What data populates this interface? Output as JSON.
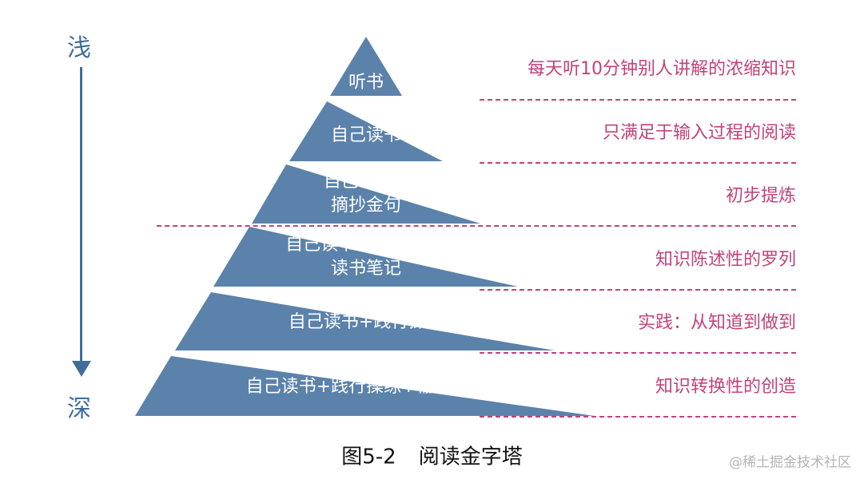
{
  "axis": {
    "top": "浅",
    "bottom": "深"
  },
  "pyramid": {
    "fill": "#5b82ab",
    "layers": [
      {
        "lines": [
          "听书"
        ],
        "level": "每天听10分钟别人讲解的浓缩知识"
      },
      {
        "lines": [
          "自己读书"
        ],
        "level": "只满足于输入过程的阅读"
      },
      {
        "lines": [
          "自己读书+",
          "摘抄金句"
        ],
        "level": "初步提炼"
      },
      {
        "lines": [
          "自己读书+思维导图/",
          "读书笔记"
        ],
        "level": "知识陈述性的罗列"
      },
      {
        "lines": [
          "自己读书+践行操练"
        ],
        "level": "实践：从知道到做到"
      },
      {
        "lines": [
          "自己读书+践行操练+输出教授"
        ],
        "level": "知识转换性的创造"
      }
    ]
  },
  "colors": {
    "axis": "#3f6e9a",
    "accent": "#c2427a"
  },
  "caption": {
    "figure": "图5-2",
    "title": "阅读金字塔"
  },
  "watermark": "@稀土掘金技术社区"
}
